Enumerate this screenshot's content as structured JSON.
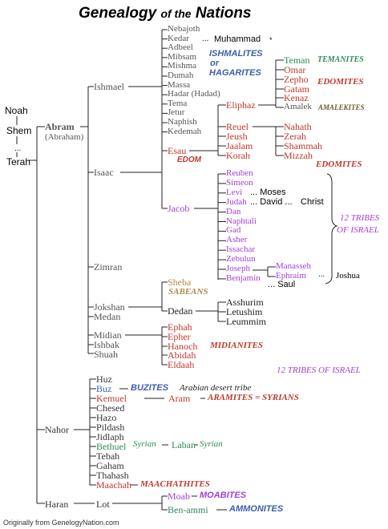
{
  "title": {
    "main": "Genealogy",
    "of_the": "of the",
    "nations": "Nations"
  },
  "colors": {
    "gray": "#555555",
    "red": "#c0392b",
    "green": "#2e8b57",
    "purple": "#a23fd8",
    "blue": "#3b5fa8",
    "black": "#000000",
    "brown": "#b08850"
  },
  "ancestors": {
    "noah": "Noah",
    "shem": "Shem",
    "dots": "...",
    "terah": "Terah"
  },
  "abram": {
    "name": "Abram",
    "alt": "(Abraham)"
  },
  "sons_of_abraham": [
    "Ishmael",
    "Isaac",
    "Zimran",
    "Jokshan",
    "Medan",
    "Midian",
    "Ishbak",
    "Shuah"
  ],
  "ishmael_sons": [
    "Nebajoth",
    "Kedar",
    "Adbeel",
    "Mibsam",
    "Mishma",
    "Dumah",
    "Massa",
    "Hadar (Hadad)",
    "Tema",
    "Jetur",
    "Naphish",
    "Kedemah"
  ],
  "muhammad": {
    "dots": "...",
    "name": "Muhammad",
    "star": "*"
  },
  "ishmalites": {
    "line1": "ISHMALITES",
    "line2": "or",
    "line3": "HAGARITES"
  },
  "esau": {
    "name": "Esau",
    "nation": "EDOM"
  },
  "esau_sons": [
    "Eliphaz",
    "Reuel",
    "Jeush",
    "Jaalam",
    "Korah"
  ],
  "eliphaz_sons": [
    "Teman",
    "Omar",
    "Zepho",
    "Gatam",
    "Kenaz",
    "Amalek"
  ],
  "reuel_sons": [
    "Nahath",
    "Zerah",
    "Shammah",
    "Mizzah"
  ],
  "temanites": "TEMANITES",
  "edomites": "EDOMITES",
  "amalekites": "AMALEKITES",
  "jacob": "Jacob",
  "tribes": [
    "Reuben",
    "Simeon",
    "Levi",
    "Judah",
    "Dan",
    "Naphtali",
    "Gad",
    "Asher",
    "Issachar",
    "Zebulun",
    "Joseph",
    "Benjamin"
  ],
  "joseph_sons": [
    "Manasseh",
    "Ephraim"
  ],
  "moses": "... Moses",
  "david": "... David ...",
  "christ": "Christ",
  "joshua_dots": "...",
  "joshua": "Joshua",
  "saul": "... Saul",
  "twelve_tribes": {
    "line1": "12 TRIBES",
    "line2": "OF ISRAEL",
    "second": "12 TRIBES   OF ISRAEL"
  },
  "sheba": "Sheba",
  "sabeans": "SABEANS",
  "dedan": "Dedan",
  "dedan_sons": [
    "Asshurim",
    "Letushim",
    "Leummim"
  ],
  "midian_sons": [
    "Ephah",
    "Epher",
    "Hanoch",
    "Abidah",
    "Eldaah"
  ],
  "midianites": "MIDIANITES",
  "nahor": "Nahor",
  "nahor_sons": [
    "Huz",
    "Buz",
    "Kemuel",
    "Chesed",
    "Hazo",
    "Pildash",
    "Jidlaph",
    "Bethuel",
    "Tebah",
    "Gaham",
    "Thahash",
    "Maachah"
  ],
  "buzites": "BUZITES",
  "arabian_desert": "Arabian desert tribe",
  "aram": "Aram",
  "aramites": "ARAMITES = SYRIANS",
  "syrian1": "Syrian",
  "laban": "Laban",
  "syrian2": "Syrian",
  "maachathites": "MAACHATHITES",
  "haran": "Haran",
  "lot": "Lot",
  "lot_sons": [
    "Moab",
    "Ben-ammi"
  ],
  "moabites": "MOABITES",
  "ammonites": "AMMONITES",
  "footer": "Originally from GenelogyNation.com"
}
